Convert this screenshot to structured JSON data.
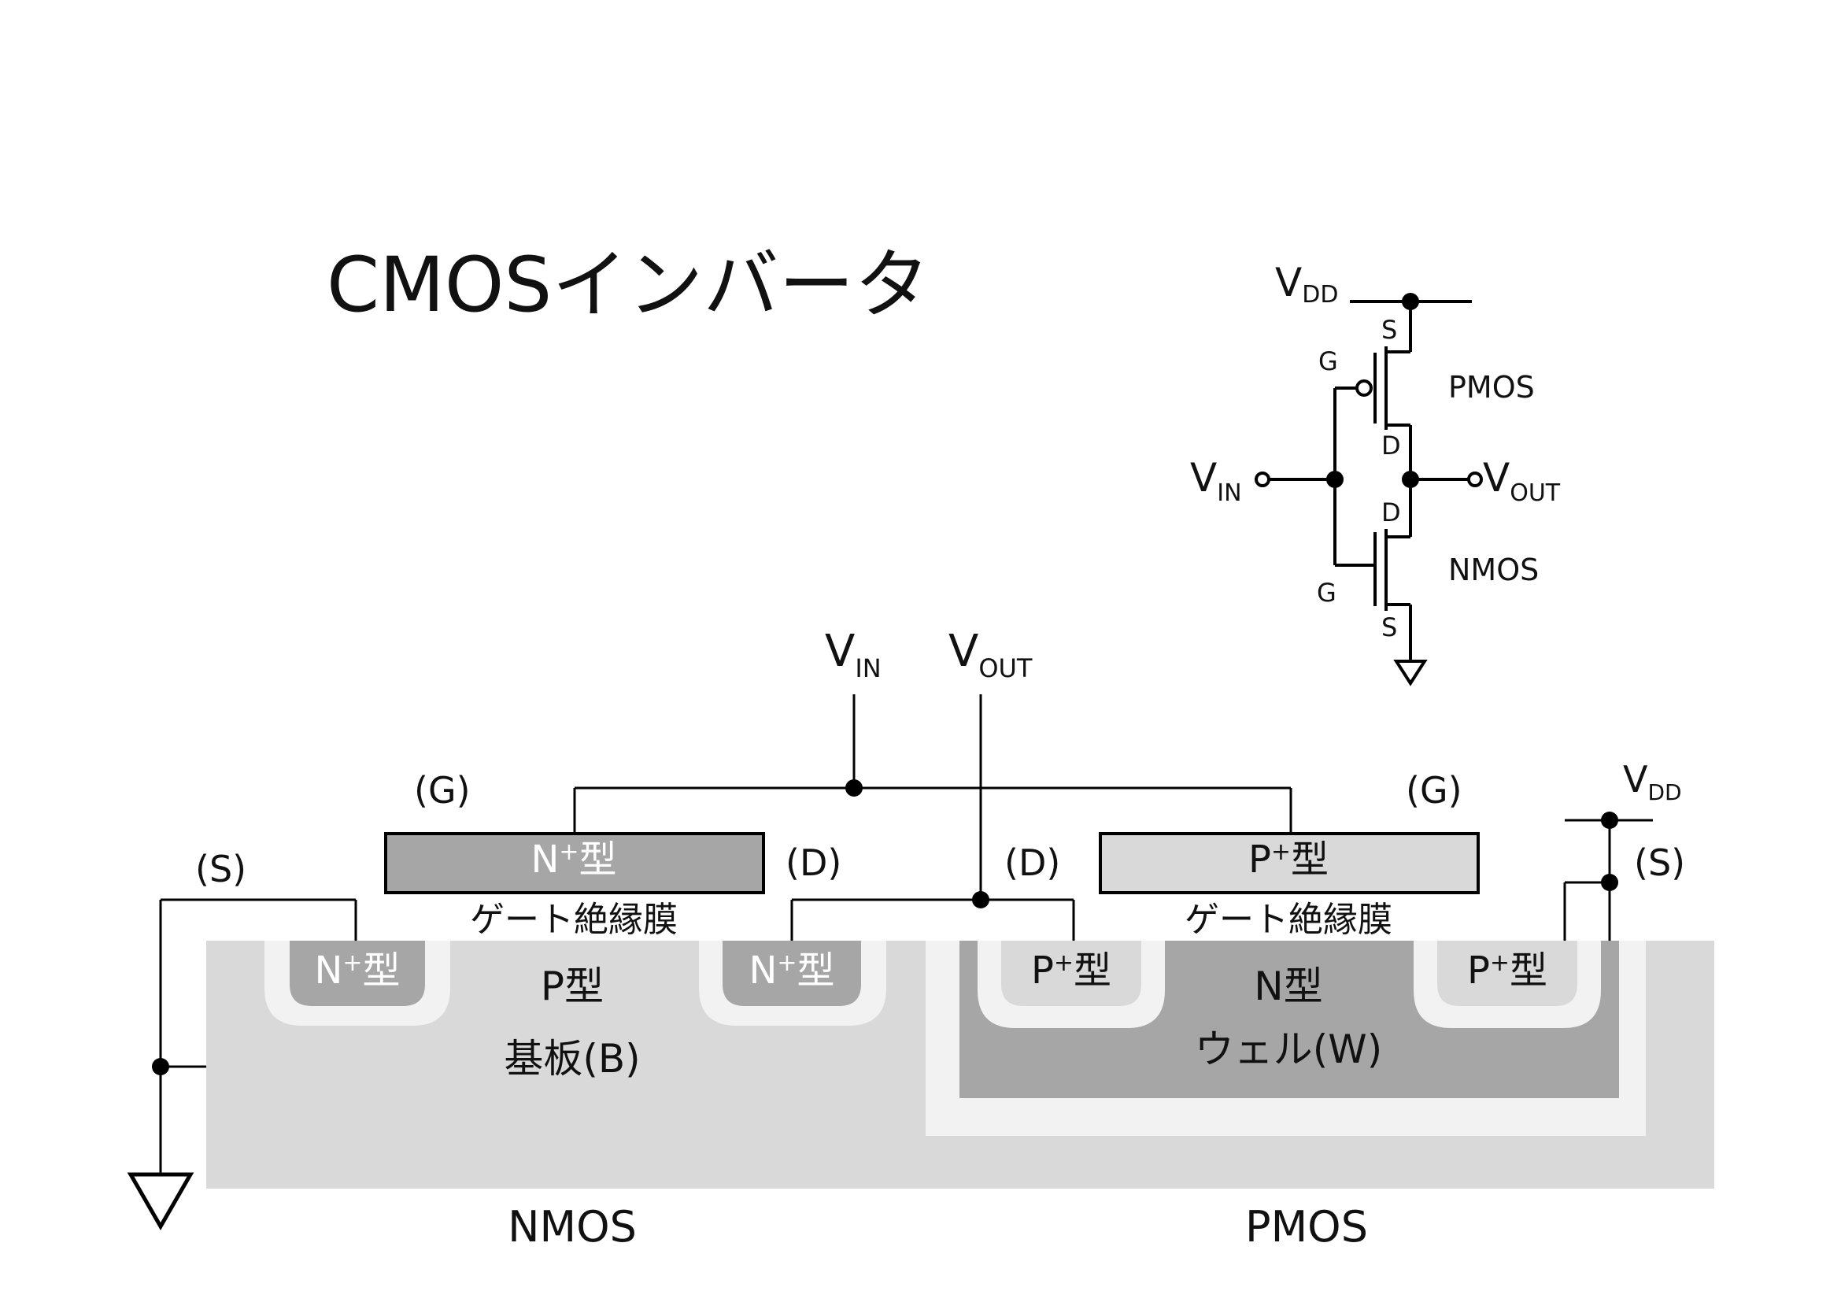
{
  "title": "CMOSインバータ",
  "schematic": {
    "vdd": {
      "main": "V",
      "sub": "DD"
    },
    "vin": {
      "main": "V",
      "sub": "IN"
    },
    "vout": {
      "main": "V",
      "sub": "OUT"
    },
    "pmos_label": "PMOS",
    "nmos_label": "NMOS",
    "pmos_s": "S",
    "pmos_g": "G",
    "pmos_d": "D",
    "nmos_d": "D",
    "nmos_g": "G",
    "nmos_s": "S"
  },
  "cross_section": {
    "vin": {
      "main": "V",
      "sub": "IN"
    },
    "vout": {
      "main": "V",
      "sub": "OUT"
    },
    "vdd": {
      "main": "V",
      "sub": "DD"
    },
    "nmos_gate_term": "(G)",
    "pmos_gate_term": "(G)",
    "nmos_source_term": "(S)",
    "nmos_drain_term": "(D)",
    "pmos_drain_term": "(D)",
    "pmos_source_term": "(S)",
    "nmos_gate_material": {
      "main": "N",
      "sup": "+",
      "tail": "型"
    },
    "pmos_gate_material": {
      "main": "P",
      "sup": "+",
      "tail": "型"
    },
    "nmos_gate_oxide": "ゲート絶縁膜",
    "pmos_gate_oxide": "ゲート絶縁膜",
    "nmos_source_region": {
      "main": "N",
      "sup": "+",
      "tail": "型"
    },
    "nmos_drain_region": {
      "main": "N",
      "sup": "+",
      "tail": "型"
    },
    "pmos_drain_region": {
      "main": "P",
      "sup": "+",
      "tail": "型"
    },
    "pmos_source_region": {
      "main": "P",
      "sup": "+",
      "tail": "型"
    },
    "substrate_type": "P型",
    "substrate_name": "基板(B)",
    "well_type": "N型",
    "well_name": "ウェル(W)",
    "nmos_caption": "NMOS",
    "pmos_caption": "PMOS"
  }
}
